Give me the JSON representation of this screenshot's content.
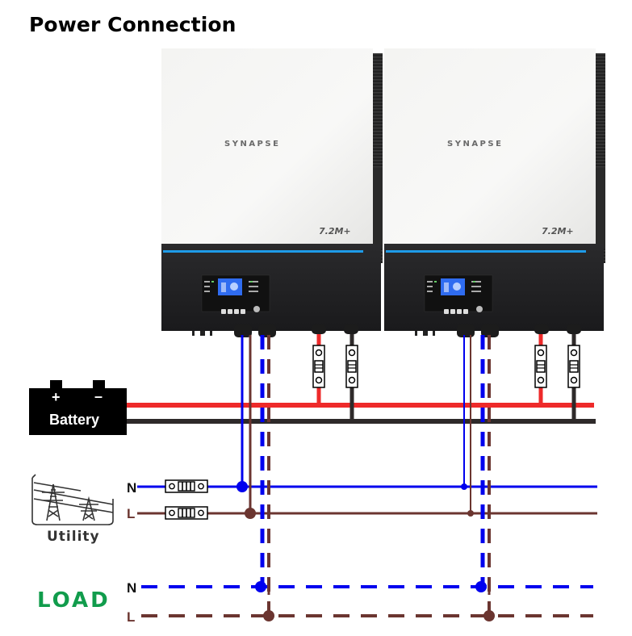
{
  "title": "Power Connection",
  "inverters": [
    {
      "brand": "SYNAPSE",
      "model": "7.2M+"
    },
    {
      "brand": "SYNAPSE",
      "model": "7.2M+"
    }
  ],
  "battery": {
    "label": "Battery",
    "positive": "+",
    "negative": "–"
  },
  "utility": {
    "label": "Utility",
    "neutral": "N",
    "line": "L",
    "icon": "power-tower-icon"
  },
  "load": {
    "label": "LOAD",
    "neutral": "N",
    "line": "L"
  },
  "colors": {
    "neutral": "#0000ee",
    "line": "#6b3530",
    "battery_positive": "#ee2a2a",
    "battery_negative": "#2e2a2a",
    "load_text": "#119c4c",
    "display": "#2f6cf0",
    "accent_strip": "#1e9be8"
  }
}
